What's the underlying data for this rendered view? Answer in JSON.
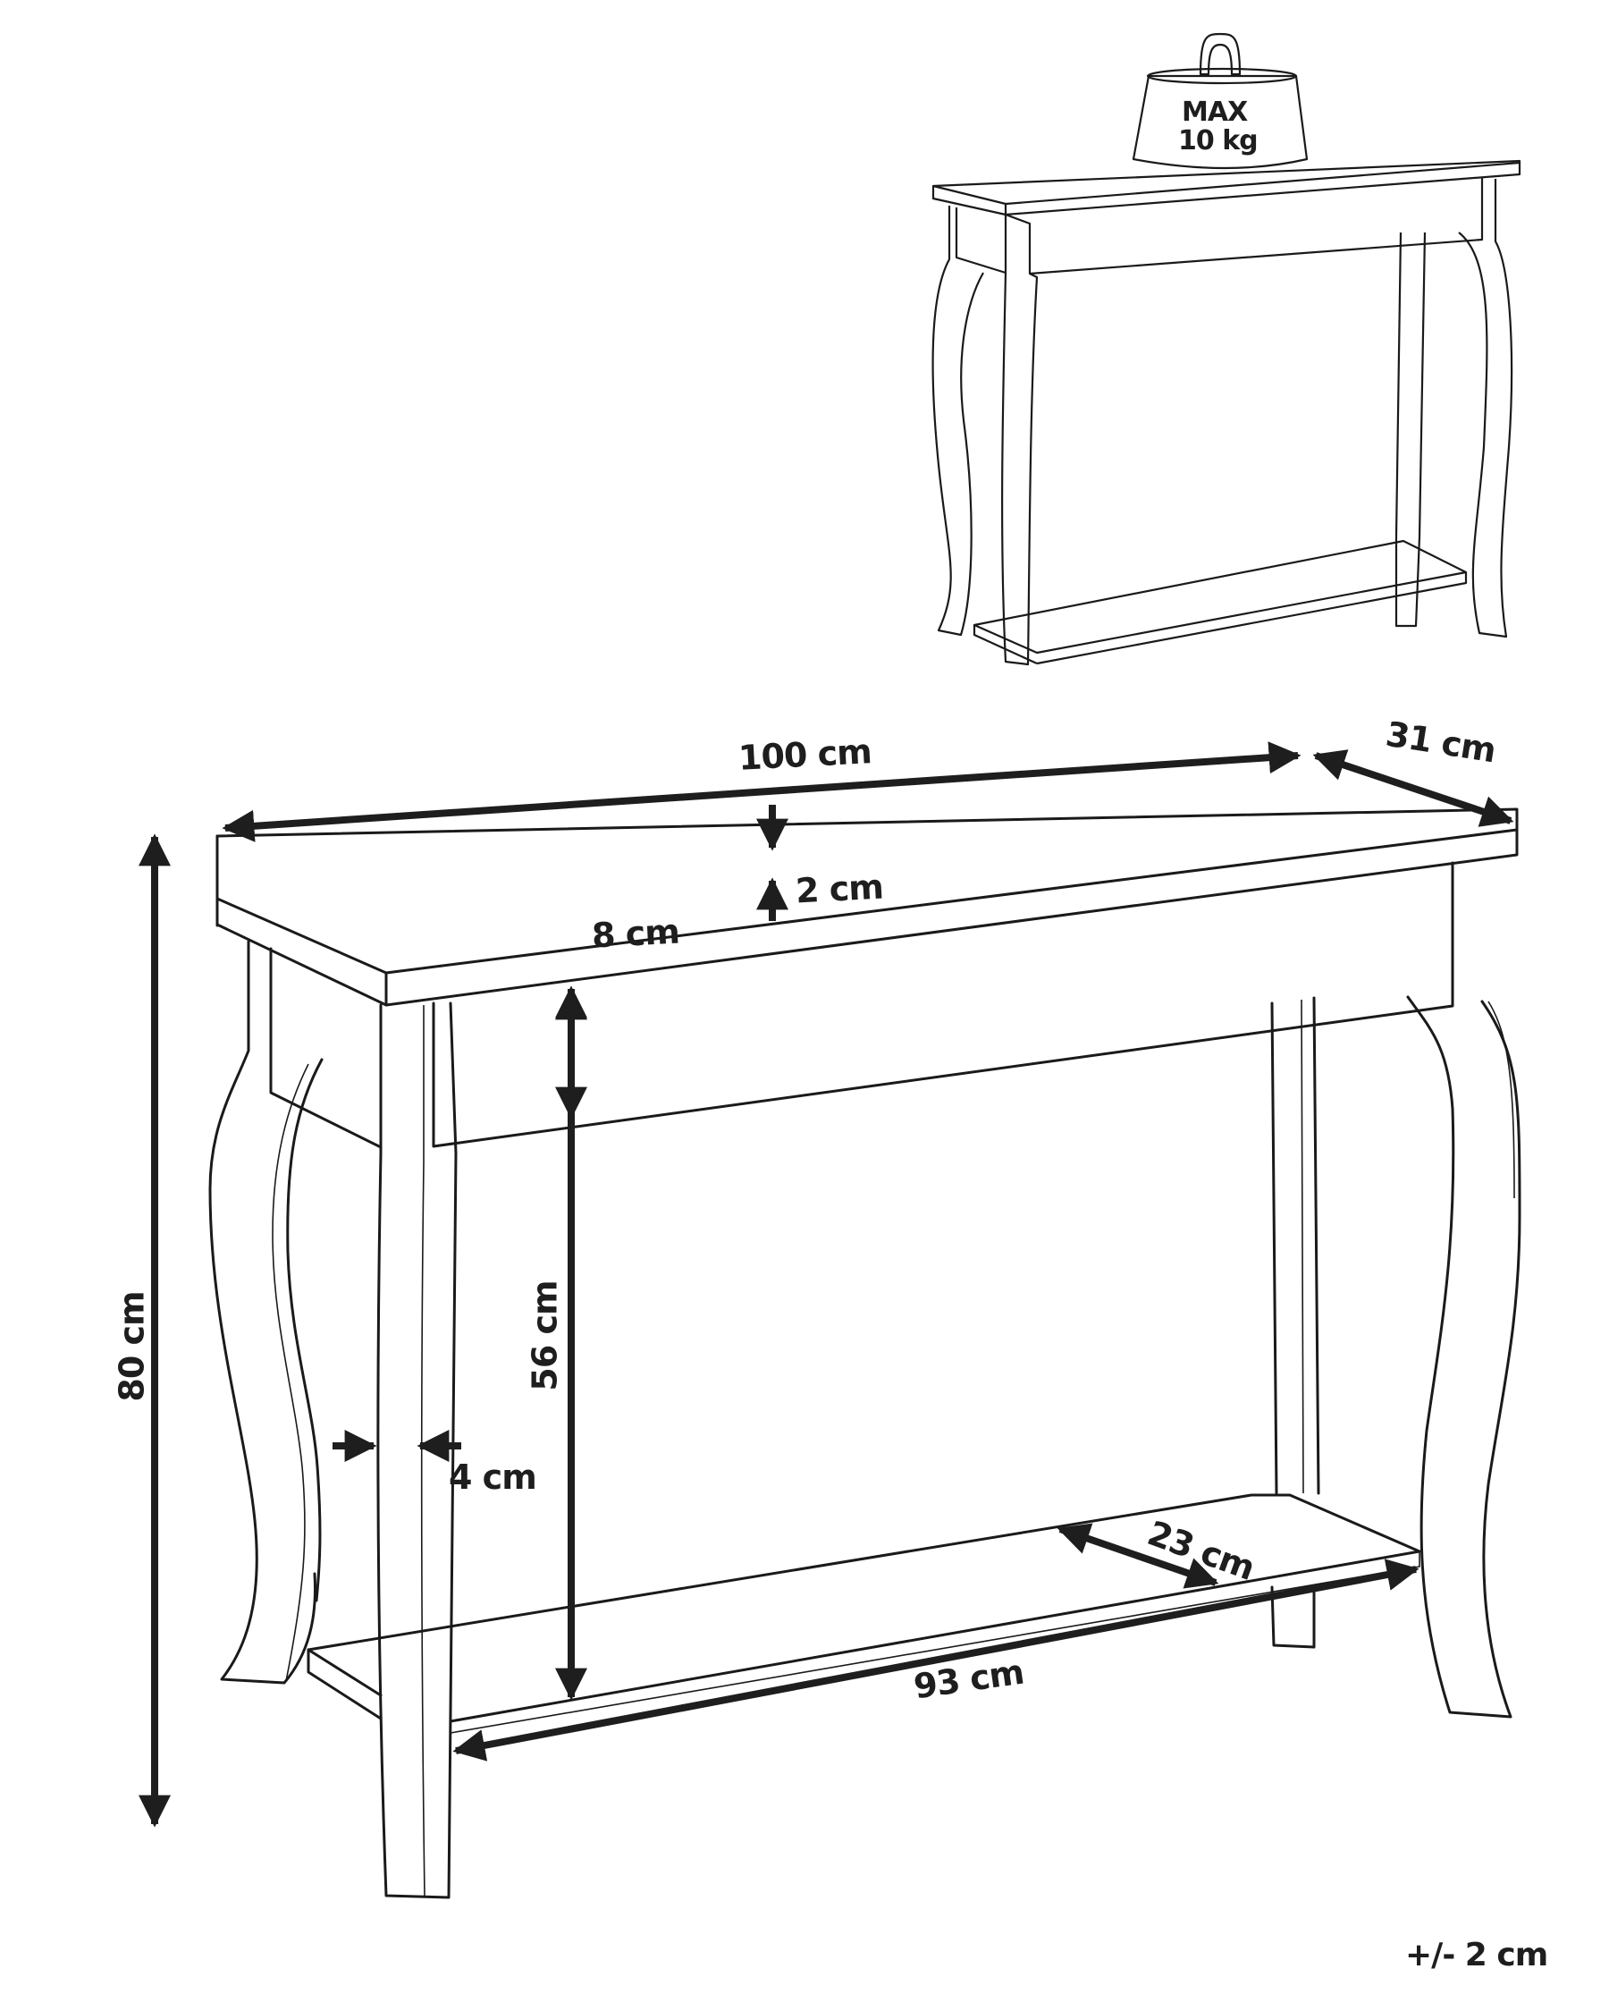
{
  "diagram": {
    "type": "product-dimension-drawing",
    "subject": "console table",
    "load_badge": {
      "line1": "MAX",
      "line2": "10 kg"
    },
    "dimensions": {
      "width_top": "100 cm",
      "depth_top": "31 cm",
      "top_thickness": "2 cm",
      "apron_height": "8 cm",
      "clearance_to_shelf": "56 cm",
      "total_height": "80 cm",
      "leg_width": "4 cm",
      "shelf_depth": "23 cm",
      "shelf_width": "93 cm"
    },
    "tolerance": "+/- 2 cm",
    "colors": {
      "line": "#1a1a1a",
      "background": "#ffffff"
    }
  }
}
